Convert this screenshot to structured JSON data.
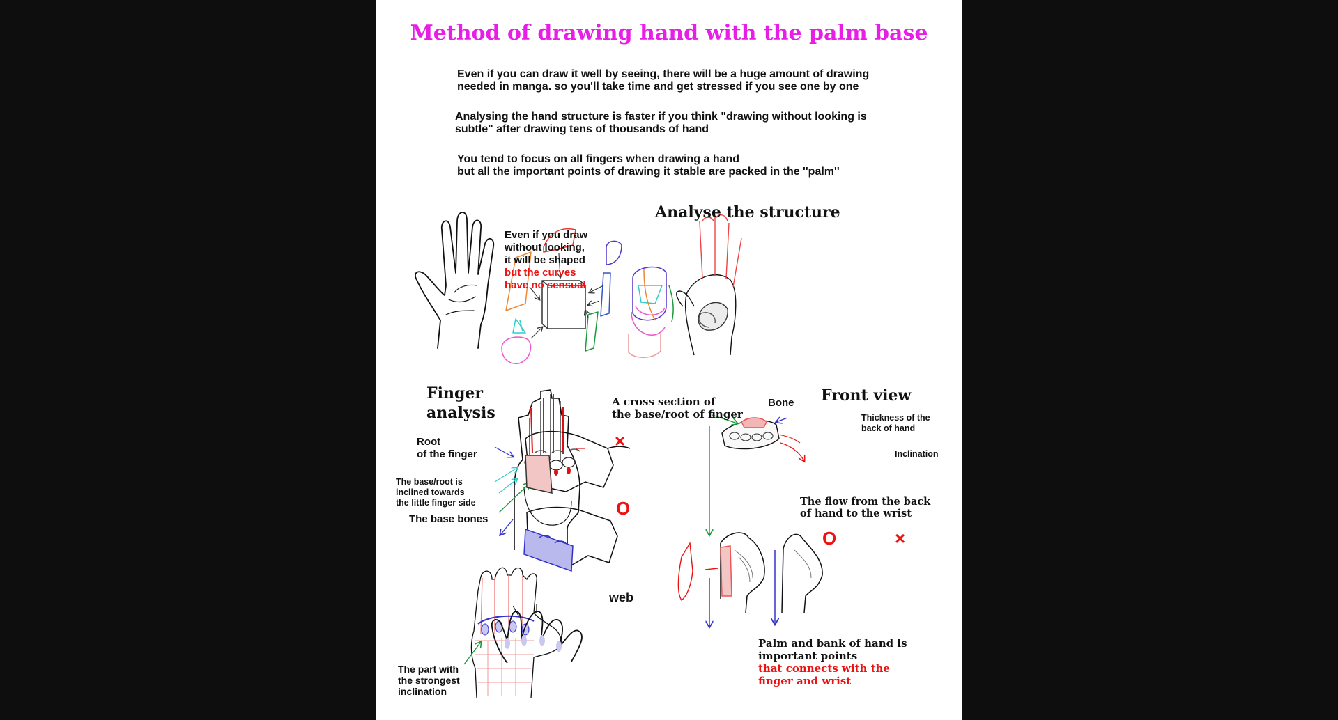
{
  "title": "Method of drawing hand with the palm base",
  "intro": {
    "p1": "Even if you can draw it well by seeing, there will be a huge amount of drawing\nneeded in manga. so you'll take time and get stressed if you see one by one",
    "p2": "Analysing the hand structure is faster if you think \"drawing without looking is\nsubtle\" after drawing tens of thousands of hand",
    "p3": "You tend to focus on all fingers when drawing a hand\nbut all the important points of drawing it stable are packed in the ''palm''"
  },
  "hand_note": {
    "black": "Even if you draw\nwithout looking,\nit will be shaped",
    "red": "but the curves\nhave no sensual"
  },
  "structure": {
    "heading": "Analyse the structure"
  },
  "finger": {
    "heading": "Finger\nanalysis",
    "root": "Root\nof the finger",
    "inclined": "The base/root is\ninclined towards\nthe little finger side",
    "base_bones": "The base bones"
  },
  "cross": {
    "heading": "A cross section of\nthe base/root of finger",
    "wrong_mark": "×",
    "right_mark": "O"
  },
  "front": {
    "heading": "Front view",
    "bone": "Bone",
    "thickness": "Thickness of the\nback of hand",
    "inclination": "Inclination",
    "flow": "The flow from the back\nof hand to the wrist",
    "right_mark": "O",
    "wrong_mark": "×"
  },
  "web": {
    "label": "web"
  },
  "strongest": {
    "label": "The part with\nthe strongest\ninclination"
  },
  "palm_note": {
    "black": "Palm and bank of hand is\nimportant points",
    "red": "that connects with the\nfinger and wrist"
  },
  "colors": {
    "title": "#e61ee6",
    "accent_red": "#ee1111",
    "blue": "#3333cc",
    "green": "#1a9a3a",
    "cyan": "#33cccc",
    "orange": "#ee8833",
    "purple": "#8844cc",
    "pink": "#ee55cc"
  }
}
